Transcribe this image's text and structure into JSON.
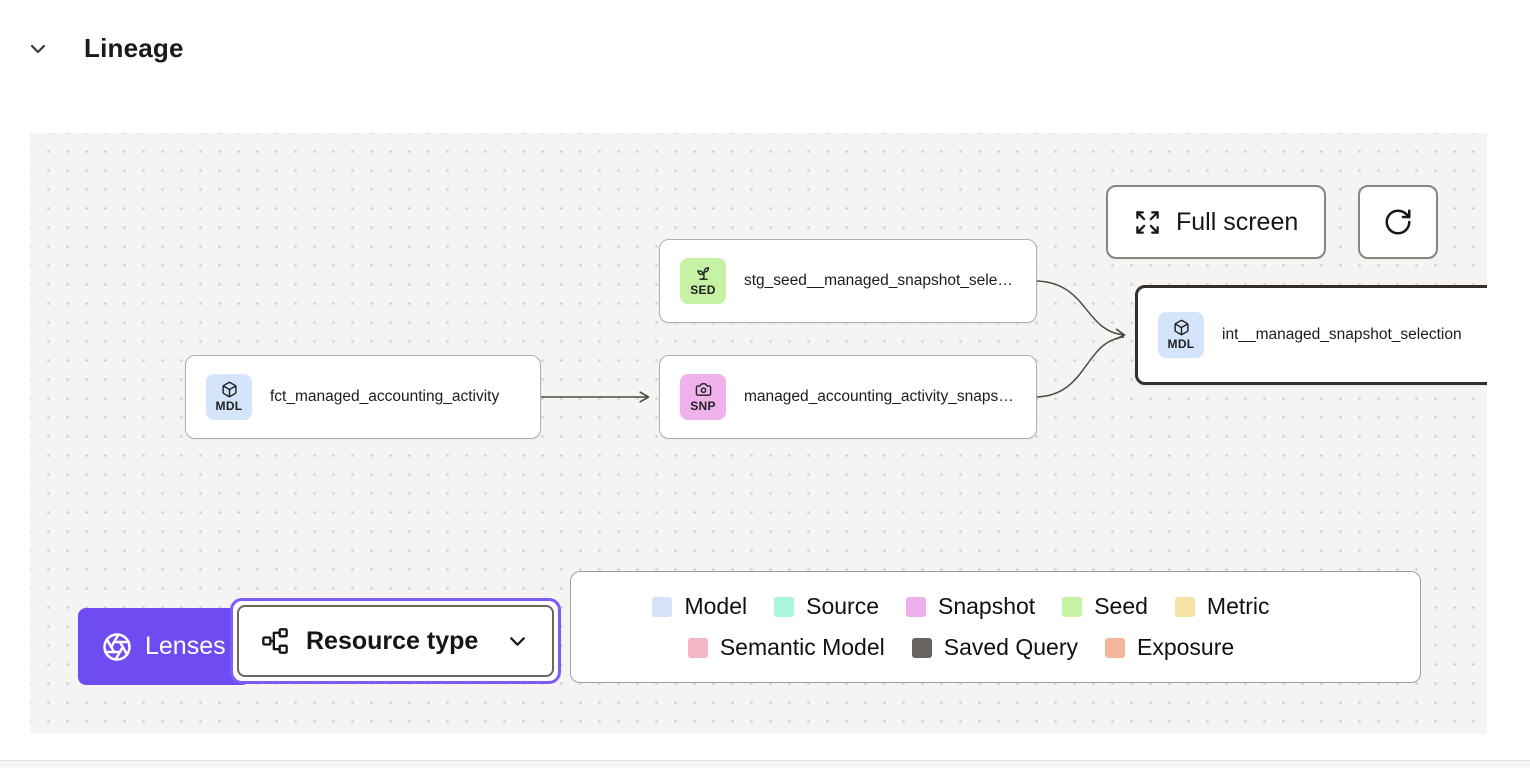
{
  "header": {
    "title": "Lineage"
  },
  "toolbar": {
    "full_screen_label": "Full screen"
  },
  "nodes": [
    {
      "badge": "SED",
      "icon": "sprout-icon",
      "badge_color": "#c6f2a5",
      "label": "stg_seed__managed_snapshot_selecti...",
      "selected": false
    },
    {
      "badge": "MDL",
      "icon": "cube-icon",
      "badge_color": "#d4e5fb",
      "label": "fct_managed_accounting_activity",
      "selected": false
    },
    {
      "badge": "SNP",
      "icon": "camera-icon",
      "badge_color": "#f0b2ec",
      "label": "managed_accounting_activity_snapshot",
      "selected": false
    },
    {
      "badge": "MDL",
      "icon": "cube-icon",
      "badge_color": "#d4e5fb",
      "label": "int__managed_snapshot_selection",
      "selected": true
    }
  ],
  "legend": {
    "rows": [
      [
        {
          "label": "Model",
          "color": "#d4e2fa"
        },
        {
          "label": "Source",
          "color": "#a9f6da"
        },
        {
          "label": "Snapshot",
          "color": "#efaeec"
        },
        {
          "label": "Seed",
          "color": "#c6f2a5"
        },
        {
          "label": "Metric",
          "color": "#f4e3a5"
        }
      ],
      [
        {
          "label": "Semantic Model",
          "color": "#f3b7c3"
        },
        {
          "label": "Saved Query",
          "color": "#696460"
        },
        {
          "label": "Exposure",
          "color": "#f3b69b"
        }
      ]
    ]
  },
  "controls": {
    "lenses_label": "Lenses",
    "resource_type_label": "Resource type"
  },
  "colors": {
    "accent_purple": "#6e4cf1",
    "focus_ring": "#7d5cf6",
    "canvas_bg": "#f5f4f2",
    "edge": "#4f4a45",
    "selected_node_border": "#35302b"
  }
}
